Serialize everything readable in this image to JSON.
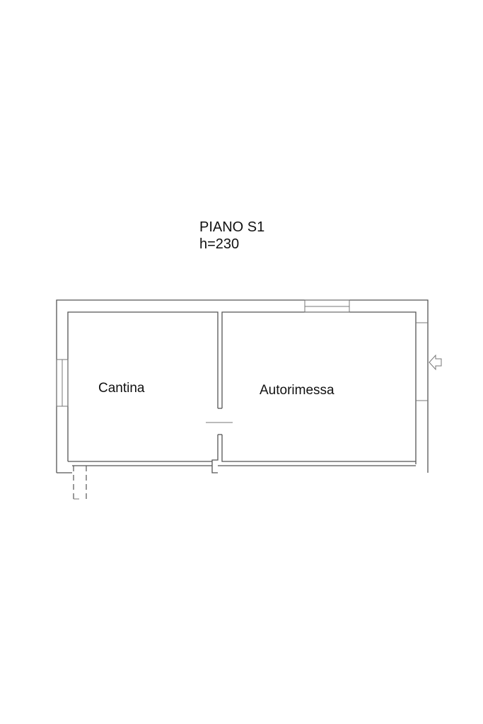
{
  "floor": {
    "name": "PIANO S1",
    "height": "h=230"
  },
  "rooms": [
    {
      "label": "Cantina"
    },
    {
      "label": "Autorimessa"
    }
  ],
  "colors": {
    "line": "#555555",
    "text": "#111111",
    "background": "#ffffff"
  },
  "icons": {
    "entrance": "entrance-arrow-icon"
  }
}
